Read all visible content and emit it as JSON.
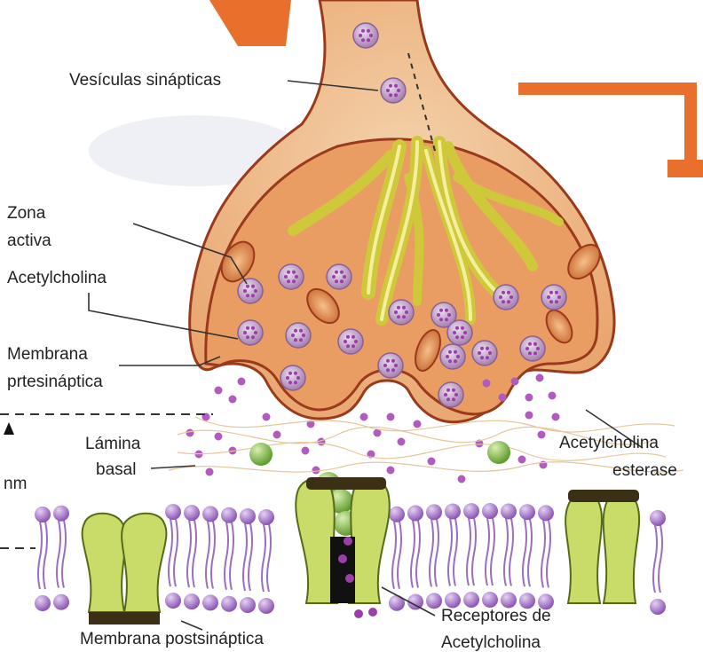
{
  "labels": {
    "vesicles": "Vesículas sinápticas",
    "zone_line1": "Zona",
    "zone_line2": "activa",
    "acetylcholine": "Acetylcholina",
    "presyn_line1": "Membrana",
    "presyn_line2": "prtesináptica",
    "basal_line1": "Lámina",
    "basal_line2": "basal",
    "unit": "nm",
    "esterase_line1": "Acetylcholina",
    "esterase_line2": "esterase",
    "postsyn": "Membrana postsináptica",
    "receptors_line1": "Receptores de",
    "receptors_line2": "Acetylcholina"
  },
  "colors": {
    "terminal": "#f2c79a",
    "terminal_inner": "#e8a06a",
    "terminal_outline": "#9a3a1c",
    "axon_fibers": "#d6cf3d",
    "vesicle": "#c7a2cc",
    "arrow_orange": "#e8702c",
    "membrane_head": "#b07fd0",
    "receptor": "#c9dc6a",
    "free_ach": "#8fc64b"
  },
  "icons": {
    "top_arrow": "down-right-arrow-icon",
    "corner_bracket": "corner-bracket-icon"
  }
}
